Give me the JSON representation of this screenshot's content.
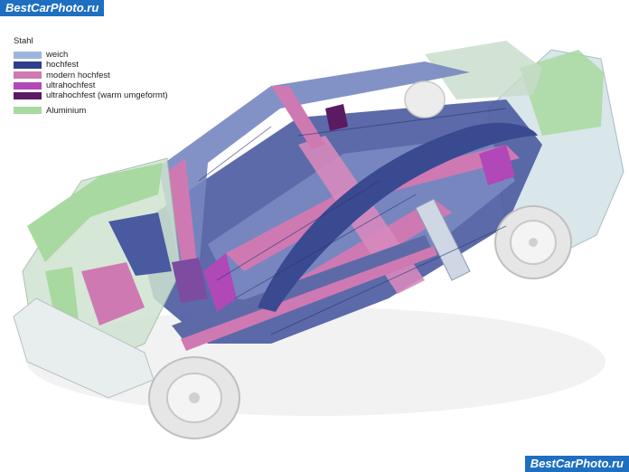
{
  "watermarks": {
    "top": "BestCarPhoto.ru",
    "bottom": "BestCarPhoto.ru"
  },
  "legend": {
    "title": "Stahl",
    "steel_items": [
      {
        "label": "weich",
        "color": "#9cb6de"
      },
      {
        "label": "hochfest",
        "color": "#2d3f8c"
      },
      {
        "label": "modern hochfest",
        "color": "#cf79b2"
      },
      {
        "label": "ultrahochfest",
        "color": "#b048b8"
      },
      {
        "label": "ultrahochfest (warm umgeformt)",
        "color": "#5b1a62"
      }
    ],
    "aluminium": {
      "label": "Aluminium",
      "color": "#a8d9a0"
    }
  }
}
